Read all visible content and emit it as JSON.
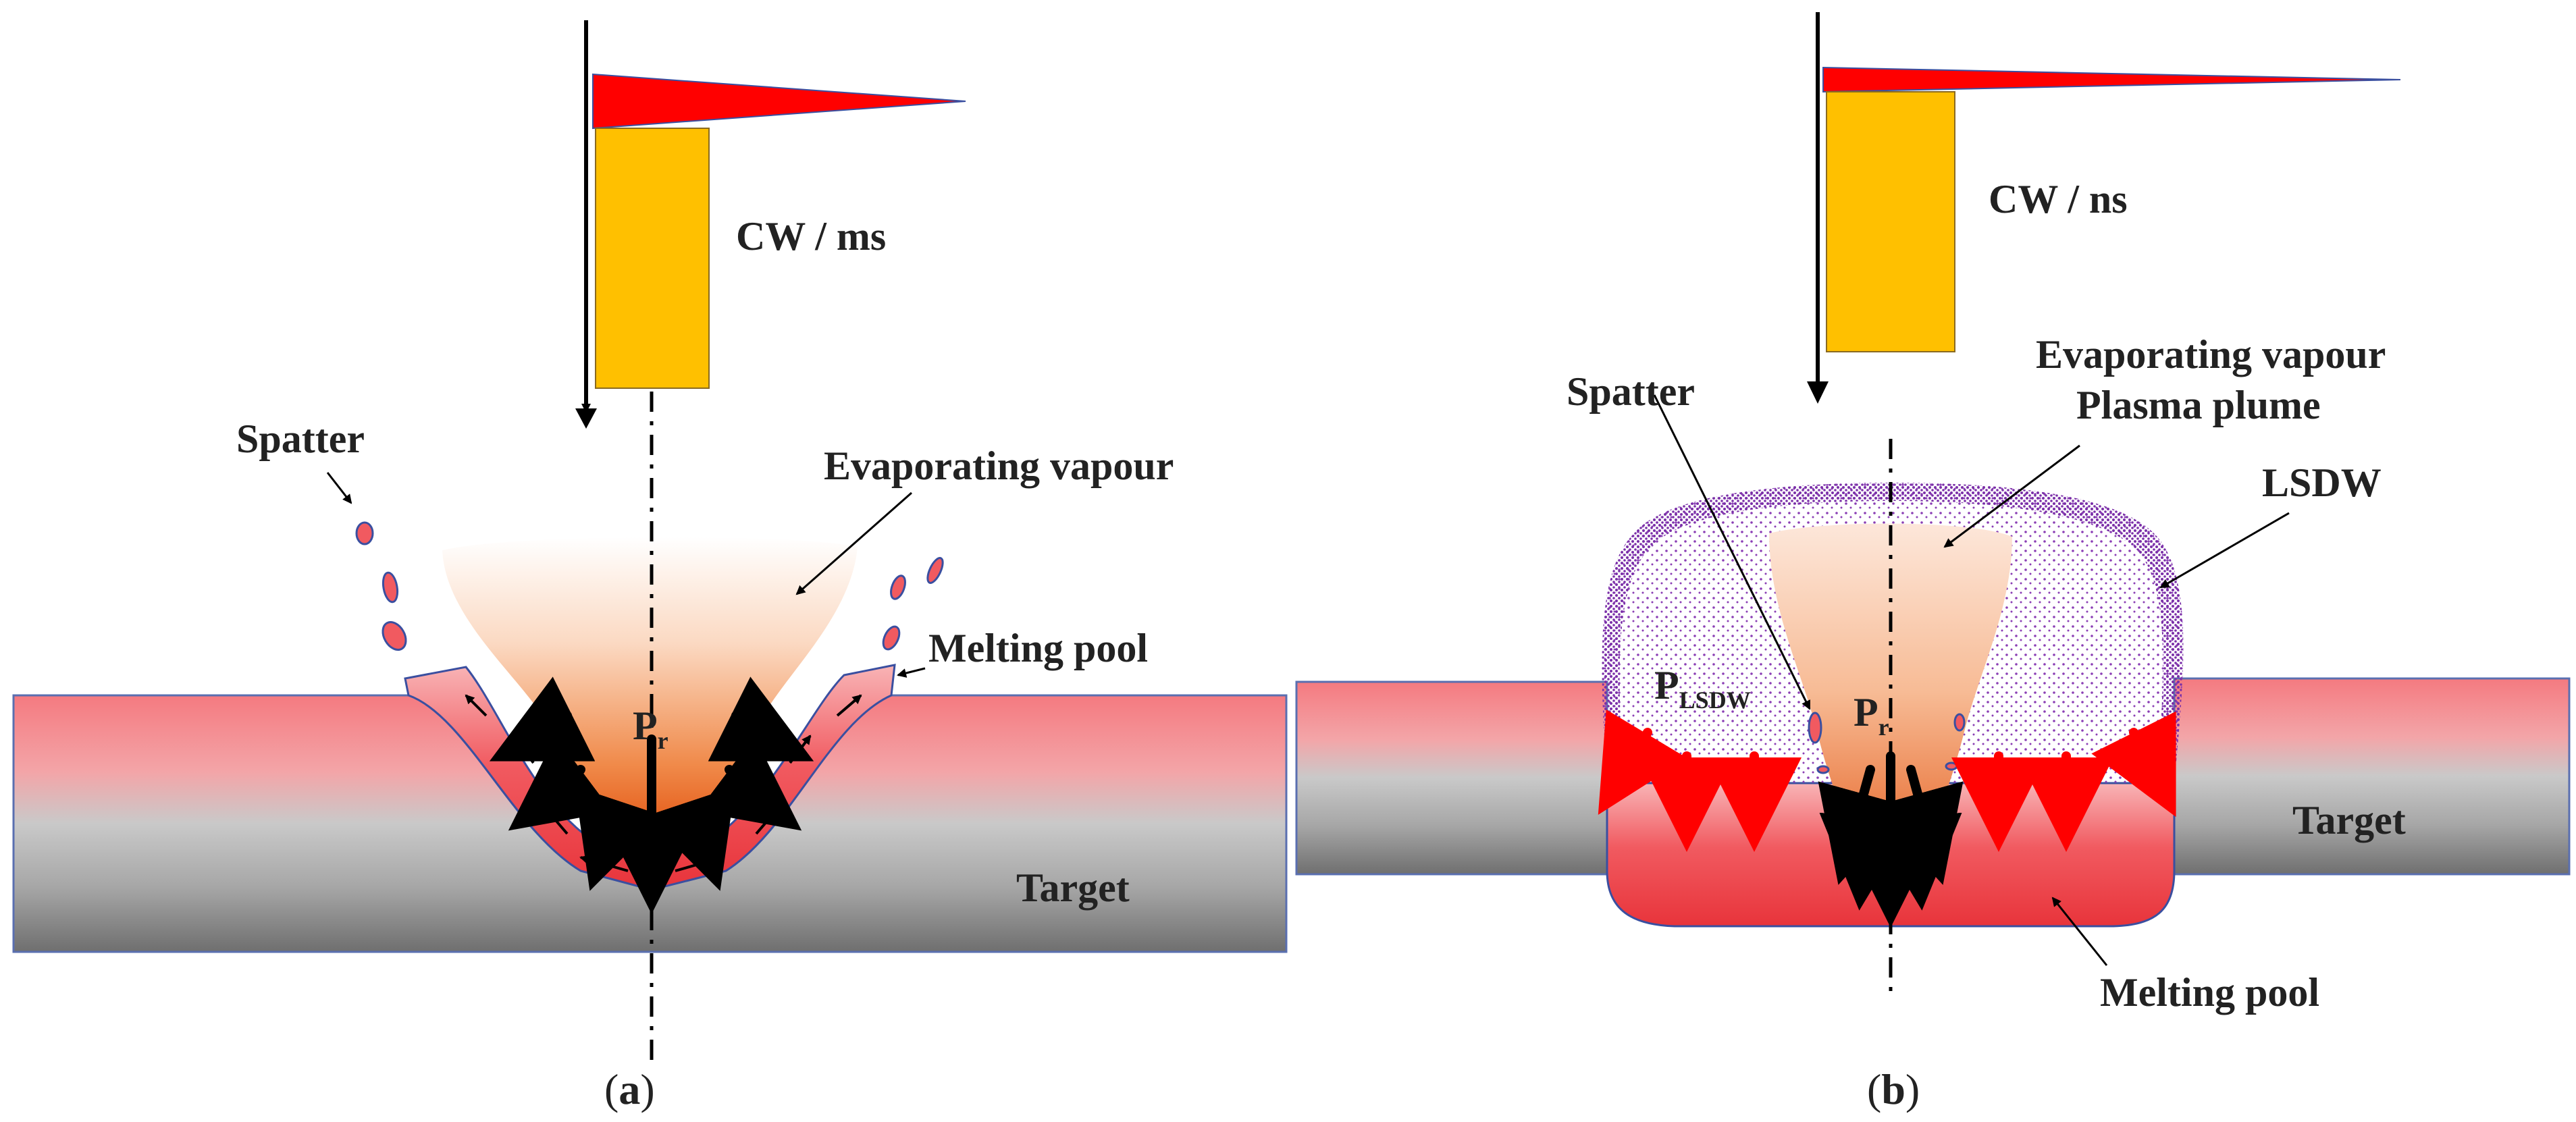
{
  "panel_a": {
    "pulse_label": "CW / ms",
    "evaporating_label": "Evaporating vapour",
    "spatter_label": "Spatter",
    "melting_pool_label": "Melting pool",
    "pressure_main": "P",
    "pressure_sub": "r",
    "target_label": "Target",
    "caption_open": "(",
    "caption_letter": "a",
    "caption_close": ")"
  },
  "panel_b": {
    "pulse_label": "CW / ns",
    "evaporating_label": "Evaporating vapour",
    "plasma_label": "Plasma plume",
    "spatter_label": "Spatter",
    "lsdw_label": "LSDW",
    "pressure_lsdw_main": "P",
    "pressure_lsdw_sub": "LSDW",
    "pressure_main": "P",
    "pressure_sub": "r",
    "target_label": "Target",
    "melting_pool_label": "Melting pool",
    "caption_open": "(",
    "caption_letter": "b",
    "caption_close": ")"
  },
  "colors": {
    "target_top": "#f47a80",
    "target_bottom": "#6f6f6f",
    "pulse_red": "#ff0000",
    "pulse_orange": "#ffc000",
    "pool_pink": "#f15a60",
    "plume_orange": "#e96a1d",
    "lsdw_purple": "#8b3fb5",
    "arrow_black": "#000000",
    "arrow_red": "#ff0000"
  }
}
